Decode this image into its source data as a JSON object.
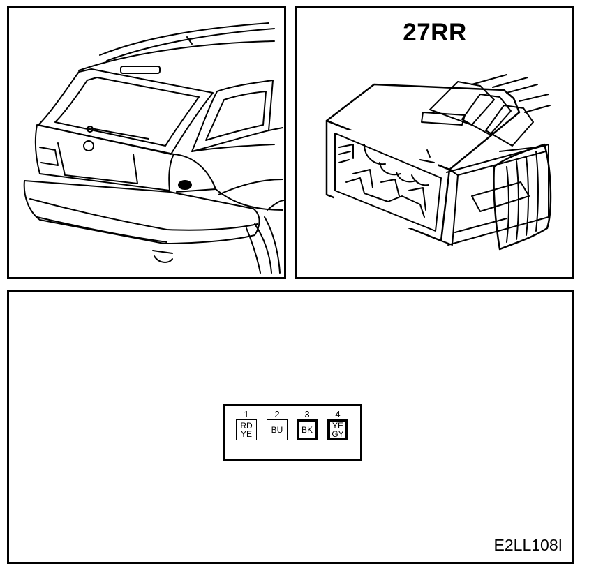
{
  "connector": {
    "title": "27RR"
  },
  "pinout": {
    "pins": [
      {
        "number": "1",
        "color_line1": "RD",
        "color_line2": "YE",
        "filled": false
      },
      {
        "number": "2",
        "color_line1": "BU",
        "color_line2": "",
        "filled": false
      },
      {
        "number": "3",
        "color_line1": "BK",
        "color_line2": "",
        "filled": true
      },
      {
        "number": "4",
        "color_line1": "YE",
        "color_line2": "GY",
        "filled": true
      }
    ]
  },
  "figure_code": "E2LL108I"
}
